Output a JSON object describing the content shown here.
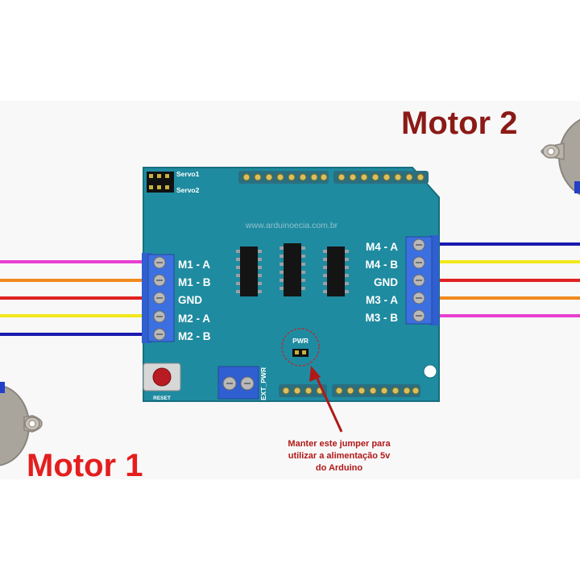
{
  "motor1": {
    "title": "Motor 1"
  },
  "motor2": {
    "title": "Motor 2"
  },
  "shield": {
    "watermark": "www.arduinoecia.com.br",
    "servo1": "Servo1",
    "servo2": "Servo2",
    "reset": "RESET",
    "ext_pwr": "EXT_PWR",
    "pwr": "PWR",
    "left_terminals": [
      "M1 - A",
      "M1 - B",
      "GND",
      "M2 - A",
      "M2 - B"
    ],
    "right_terminals": [
      "M4 - A",
      "M4 - B",
      "GND",
      "M3 - A",
      "M3 - B"
    ],
    "board_color": "#1f8ba0"
  },
  "note": {
    "lines": [
      "Manter este jumper para",
      "utilizar a alimentação 5v",
      "do Arduino"
    ],
    "color": "#b01818"
  },
  "wire_colors": {
    "left": [
      "#e83fd0",
      "#f08a1e",
      "#e02020",
      "#f2e81a",
      "#1a1ab0"
    ],
    "right": [
      "#1a1ab0",
      "#f2e81a",
      "#e02020",
      "#f08a1e",
      "#e83fd0"
    ]
  }
}
